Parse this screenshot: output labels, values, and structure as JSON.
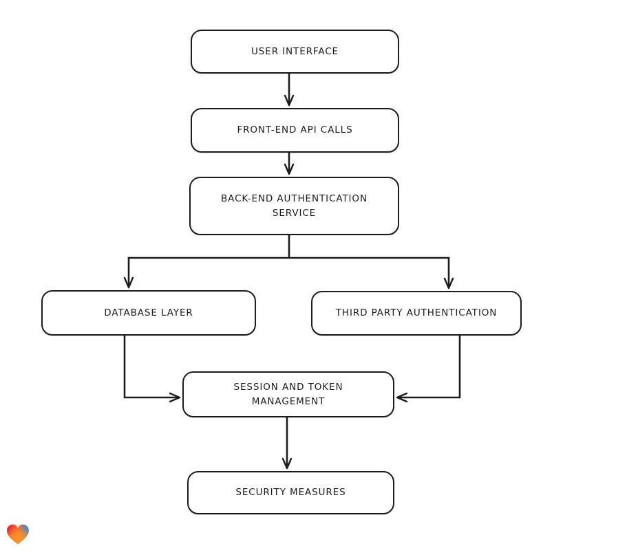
{
  "diagram": {
    "type": "flowchart",
    "stroke_color": "#1c1c1c",
    "background": "#ffffff",
    "nodes": {
      "user_interface": {
        "label": "USER INTERFACE"
      },
      "front_end_api_calls": {
        "label": "FRONT-END API CALLS"
      },
      "back_end_auth_service": {
        "label": "BACK-END AUTHENTICATION SERVICE"
      },
      "database_layer": {
        "label": "DATABASE LAYER"
      },
      "third_party_auth": {
        "label": "THIRD PARTY AUTHENTICATION"
      },
      "session_token_mgmt": {
        "label": "SESSION AND TOKEN MANAGEMENT"
      },
      "security_measures": {
        "label": "SECURITY MEASURES"
      }
    },
    "edges": [
      {
        "from": "user_interface",
        "to": "front_end_api_calls"
      },
      {
        "from": "front_end_api_calls",
        "to": "back_end_auth_service"
      },
      {
        "from": "back_end_auth_service",
        "to": "database_layer"
      },
      {
        "from": "back_end_auth_service",
        "to": "third_party_auth"
      },
      {
        "from": "database_layer",
        "to": "session_token_mgmt"
      },
      {
        "from": "third_party_auth",
        "to": "session_token_mgmt"
      },
      {
        "from": "session_token_mgmt",
        "to": "security_measures"
      }
    ]
  },
  "logo": {
    "name": "gradient-heart",
    "colors": {
      "red": "#e01e3c",
      "orange": "#ff9722",
      "blue": "#2f8fd9"
    }
  }
}
